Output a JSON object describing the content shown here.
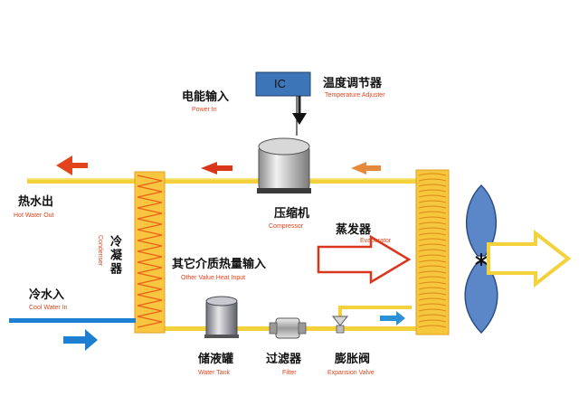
{
  "controller": {
    "box_label": "IC"
  },
  "labels": {
    "temperature_adjuster": {
      "zh": "温度调节器",
      "en": "Temperature Adjuster"
    },
    "power_in": {
      "zh": "电能输入",
      "en": "Power In"
    },
    "compressor": {
      "zh": "压缩机",
      "en": "Compressor"
    },
    "hot_water_out": {
      "zh": "热水出",
      "en": "Hot Water Out"
    },
    "condenser": {
      "zh": "冷凝器",
      "en": "Condenser"
    },
    "other_heat_input": {
      "zh": "其它介质热量输入",
      "en": "Other Value Heat Input"
    },
    "evaporator": {
      "zh": "蒸发器",
      "en": "Evaporator"
    },
    "cool_water_in": {
      "zh": "冷水入",
      "en": "Cool Water In"
    },
    "water_tank": {
      "zh": "储液罐",
      "en": "Water Tank"
    },
    "filter": {
      "zh": "过滤器",
      "en": "Filter"
    },
    "expansion_valve": {
      "zh": "膨胀阀",
      "en": "Expansion Valve"
    }
  },
  "colors": {
    "pipe": "#f3d23b",
    "coil": "#f0a023",
    "coil_line": "#e8621a",
    "hot_arrow": "#e2451e",
    "cold_arrow": "#1e7fd0",
    "fan": "#5b87c8",
    "evap_fill": "#37a3de"
  }
}
